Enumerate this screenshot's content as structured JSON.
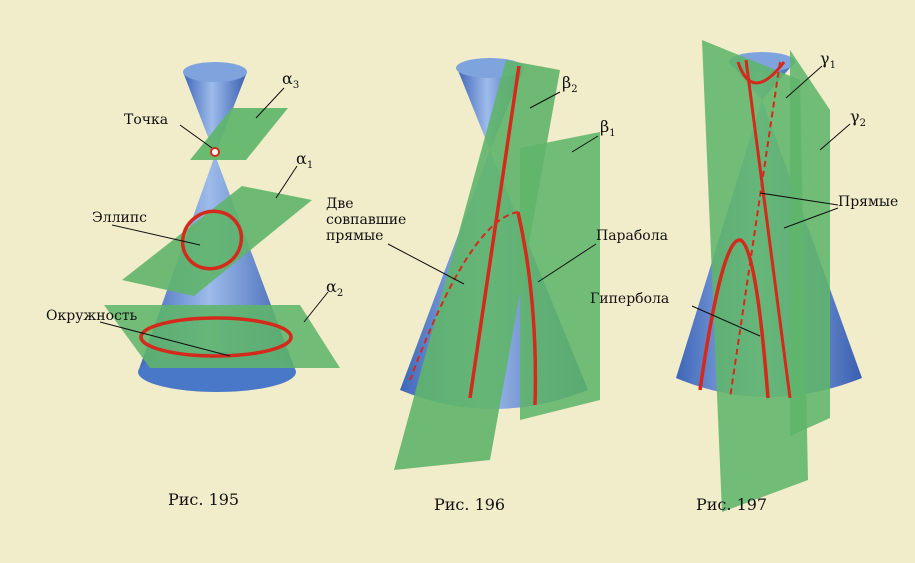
{
  "figures": [
    {
      "caption": "Рис. 195",
      "labels": {
        "point": "Точка",
        "ellipse": "Эллипс",
        "circle": "Окружность",
        "plane_a3": "α",
        "plane_a3_sub": "3",
        "plane_a1": "α",
        "plane_a1_sub": "1",
        "plane_a2": "α",
        "plane_a2_sub": "2"
      }
    },
    {
      "caption": "Рис. 196",
      "labels": {
        "two_lines_1": "Две",
        "two_lines_2": "совпавшие",
        "two_lines_3": "прямые",
        "parabola": "Парабола",
        "plane_b2": "β",
        "plane_b2_sub": "2",
        "plane_b1": "β",
        "plane_b1_sub": "1"
      }
    },
    {
      "caption": "Рис. 197",
      "labels": {
        "lines": "Прямые",
        "hyperbola": "Гипербола",
        "plane_g1": "γ",
        "plane_g1_sub": "1",
        "plane_g2": "γ",
        "plane_g2_sub": "2"
      }
    }
  ],
  "colors": {
    "cone_blue": "#4a78c8",
    "cone_light": "#a9c4ec",
    "plane_green": "#5fb56a",
    "curve_red": "#d42a1c",
    "background": "#f1ecc9"
  }
}
